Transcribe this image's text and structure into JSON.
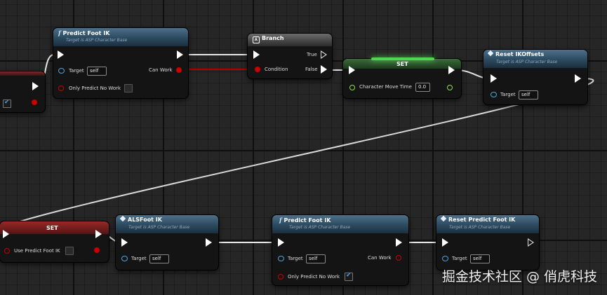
{
  "nodes": {
    "predict_top": {
      "title": "Predict Foot IK",
      "subtitle": "Target is ASP Character Base",
      "target_label": "Target",
      "target_value": "self",
      "can_work_label": "Can Work",
      "only_label": "Only Predict No Work",
      "only_checked": false
    },
    "branch": {
      "title": "Branch",
      "true_label": "True",
      "false_label": "False",
      "condition_label": "Condition"
    },
    "set_move": {
      "title": "SET",
      "var_label": "Character Move Time",
      "var_value": "0.0"
    },
    "reset_ik": {
      "title": "Reset IKOffsets",
      "subtitle": "Target is ASP Character Base",
      "target_label": "Target",
      "target_value": "self"
    },
    "set_bool": {
      "title": "SET",
      "var_label": "Use Predict Foot IK",
      "checked": false
    },
    "als_foot": {
      "title": "ALSFoot IK",
      "subtitle": "Target is ASP Character Base",
      "target_label": "Target",
      "target_value": "self"
    },
    "predict_bottom": {
      "title": "Predict Foot IK",
      "subtitle": "Target is ASP Character Base",
      "target_label": "Target",
      "target_value": "self",
      "can_work_label": "Can Work",
      "only_label": "Only Predict No Work",
      "only_checked": true
    },
    "reset_predict": {
      "title": "Reset Predict Foot IK",
      "subtitle": "Target is ASP Character Base",
      "target_label": "Target",
      "target_value": "self"
    }
  },
  "left_node": {
    "checked": true
  },
  "colors": {
    "exec_wire": "#e6e6e6",
    "bool_wire": "#b00000",
    "object_pin": "#4aa6e0",
    "float_pin": "#8de04a",
    "set_green": "#3cb43c",
    "set_red": "#b02020"
  },
  "watermark": "掘金技术社区 @ 俏虎科技"
}
